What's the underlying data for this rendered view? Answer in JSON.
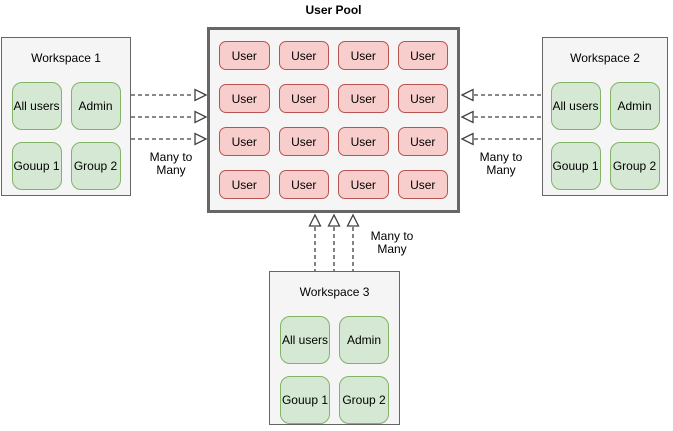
{
  "diagram": {
    "user_pool": {
      "title": "User Pool",
      "cell_label": "User",
      "rows": 4,
      "cols": 4
    },
    "workspaces": [
      {
        "title": "Workspace 1",
        "items": [
          "All users",
          "Admin",
          "Gouup 1",
          "Group 2"
        ]
      },
      {
        "title": "Workspace 2",
        "items": [
          "All users",
          "Admin",
          "Gouup 1",
          "Group 2"
        ]
      },
      {
        "title": "Workspace 3",
        "items": [
          "All users",
          "Admin",
          "Gouup 1",
          "Group 2"
        ]
      }
    ],
    "relationships": {
      "left_label": "Many to Many",
      "right_label": "Many to Many",
      "bottom_label": "Many to Many"
    },
    "colors": {
      "user_node_fill": "#f8cecc",
      "user_node_border": "#b85450",
      "group_node_fill": "#d5e8d4",
      "group_node_border": "#82b366",
      "container_fill": "#f5f5f5",
      "container_border": "#666666",
      "arrow": "#404040"
    }
  }
}
